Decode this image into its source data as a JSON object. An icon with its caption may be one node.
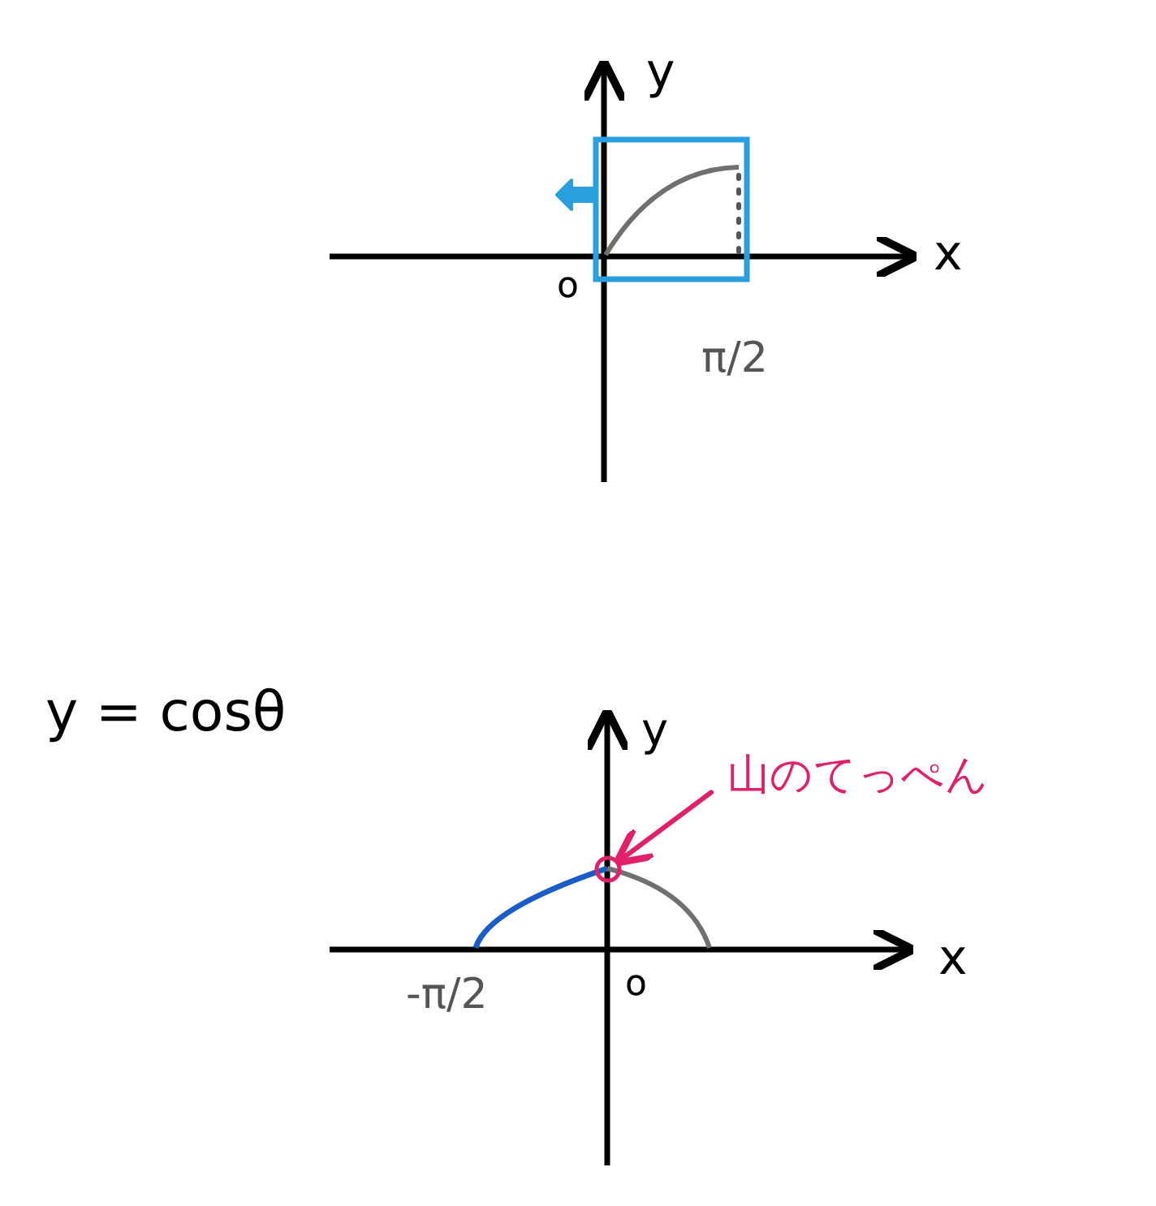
{
  "diagram": {
    "nodes": [
      {
        "text": [
          "山のてっぺん"
        ]
      },
      {
        "text": [],
        "shape": "circle"
      }
    ],
    "edges": [
      {
        "from": 0,
        "to": 1,
        "arrow": "to",
        "color": "#e0206a"
      }
    ],
    "labels": [
      "y",
      "x",
      "o",
      "π/2",
      "y = cosθ",
      "y",
      "x",
      "o",
      "-π/2"
    ]
  }
}
